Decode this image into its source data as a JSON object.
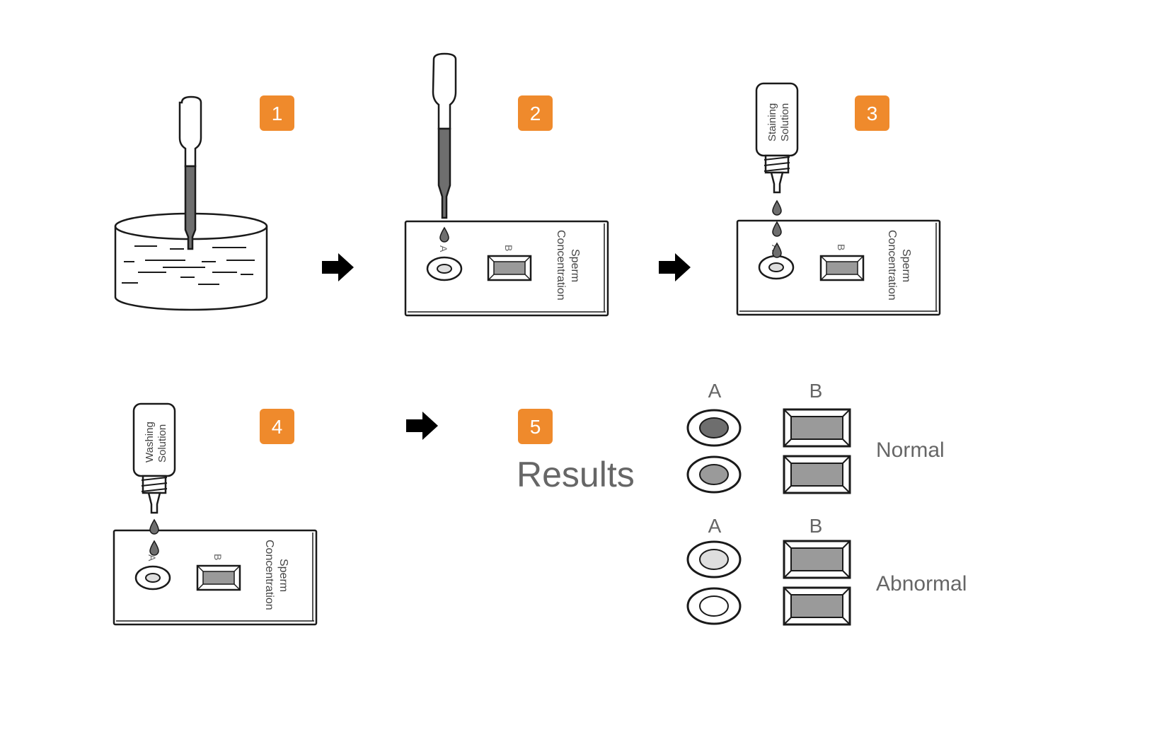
{
  "steps": [
    {
      "number": "1"
    },
    {
      "number": "2"
    },
    {
      "number": "3"
    },
    {
      "number": "4"
    },
    {
      "number": "5",
      "title": "Results"
    }
  ],
  "device": {
    "label_line1": "Sperm",
    "label_line2": "Concentration",
    "well_a": "A",
    "well_b": "B"
  },
  "bottles": {
    "staining": {
      "line1": "Staining",
      "line2": "Solution"
    },
    "washing": {
      "line1": "Washing",
      "line2": "Solution"
    }
  },
  "results": {
    "col_a": "A",
    "col_b": "B",
    "normal": "Normal",
    "abnormal": "Abnormal"
  },
  "colors": {
    "badge": "#ef8a2c",
    "badge_text": "#ffffff",
    "outline": "#1a1a1a",
    "fill_dark": "#6e6e6e",
    "fill_mid": "#9a9a9a",
    "fill_light": "#dedede",
    "label_text": "#666666"
  }
}
